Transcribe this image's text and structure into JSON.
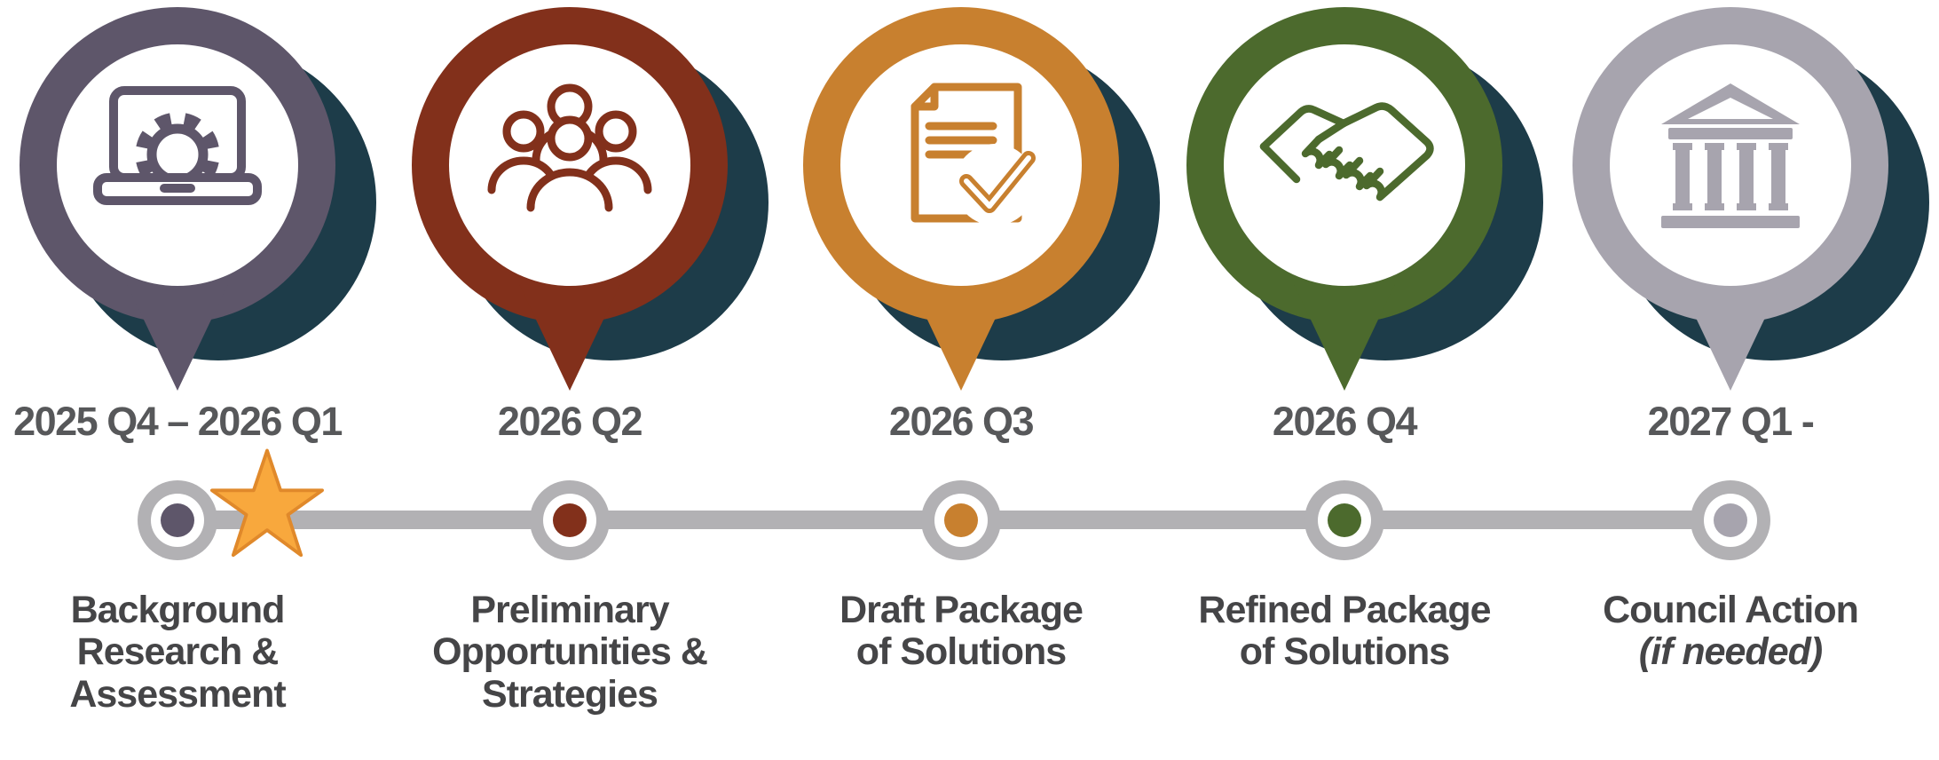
{
  "diagram": {
    "type": "project-timeline-infographic",
    "colors": {
      "shadow": "#1D3C49",
      "timeline_line": "#B2B1B4",
      "date_text": "#57585A",
      "label_text": "#454547",
      "star_fill": "#F8A83D",
      "star_stroke": "#E0892B"
    },
    "current_position": {
      "marker": "star-icon",
      "location": "after first milestone dot"
    },
    "stages": [
      {
        "date": "2025 Q4 – 2026 Q1",
        "color": "#5E566A",
        "icon": "laptop-gear-icon",
        "label_lines": [
          "Background",
          "Research &",
          "Assessment"
        ]
      },
      {
        "date": "2026 Q2",
        "color": "#82301B",
        "icon": "people-group-icon",
        "label_lines": [
          "Preliminary",
          "Opportunities &",
          "Strategies"
        ]
      },
      {
        "date": "2026 Q3",
        "color": "#C8802F",
        "icon": "document-check-icon",
        "label_lines": [
          "Draft Package",
          "of Solutions"
        ]
      },
      {
        "date": "2026 Q4",
        "color": "#4C6A2D",
        "icon": "handshake-icon",
        "label_lines": [
          "Refined Package",
          "of Solutions"
        ]
      },
      {
        "date": "2027 Q1 -",
        "color": "#A7A4AE",
        "icon": "government-building-icon",
        "label_lines": [
          "Council Action"
        ],
        "label_italic": "(if needed)"
      }
    ]
  }
}
